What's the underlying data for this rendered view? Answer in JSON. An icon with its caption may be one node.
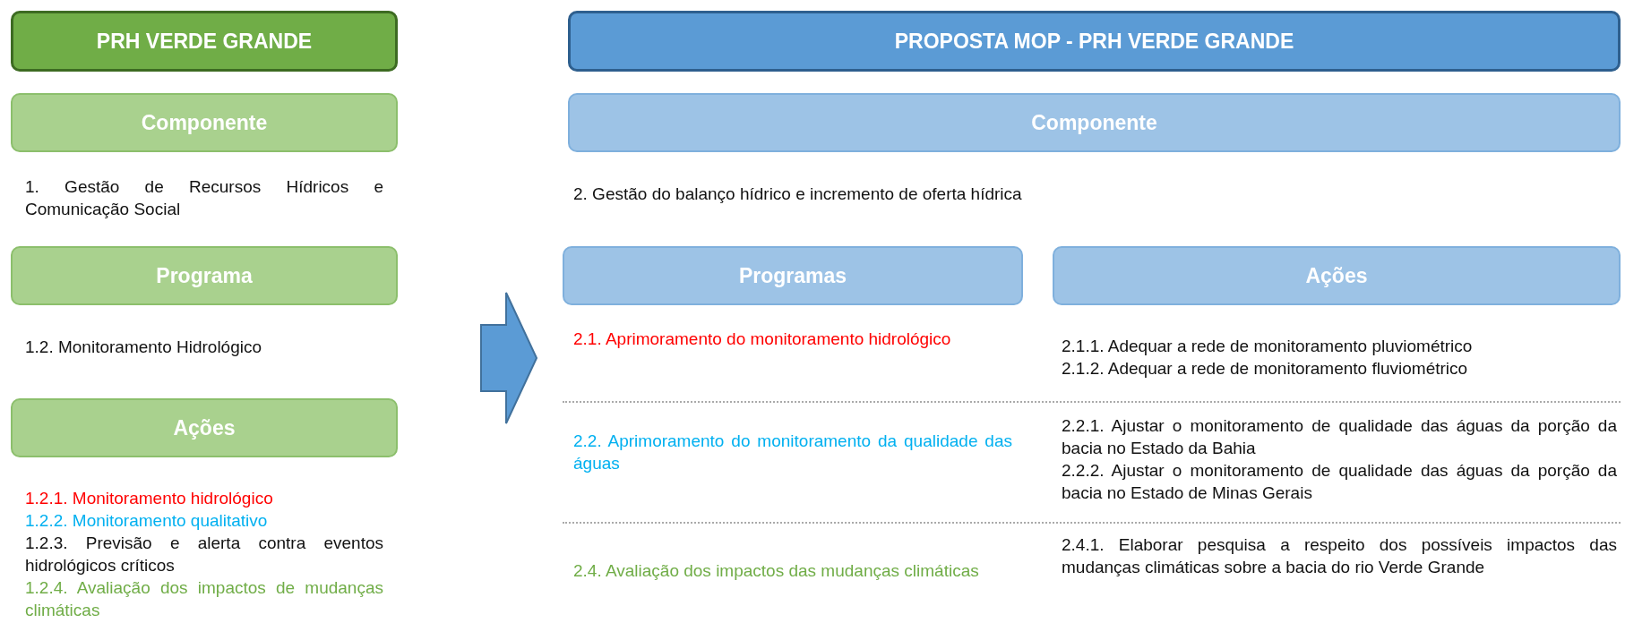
{
  "diagram": {
    "nodes": [
      {
        "text": [
          "PRH VERDE GRANDE"
        ]
      },
      {
        "text": [
          "Componente"
        ]
      },
      {
        "text": [
          "Programa"
        ]
      },
      {
        "text": [
          "Ações"
        ]
      },
      {
        "text": [
          "PROPOSTA MOP - PRH VERDE GRANDE"
        ]
      },
      {
        "text": [
          "Componente"
        ]
      },
      {
        "text": [
          "Programas"
        ]
      },
      {
        "text": [
          "Ações"
        ]
      }
    ],
    "labels": [
      "1. Gestão de Recursos Hídricos e Comunicação Social",
      "1.2. Monitoramento Hidrológico",
      "1.2.1. Monitoramento hidrológico",
      "1.2.2. Monitoramento qualitativo",
      "1.2.3. Previsão e alerta contra eventos hidrológicos críticos",
      "1.2.4. Avaliação dos impactos de mudanças climáticas",
      "2. Gestão do balanço hídrico e incremento de oferta hídrica",
      "2.1. Aprimoramento do monitoramento hidrológico",
      "2.1.1. Adequar a rede de monitoramento pluviométrico",
      "2.1.2. Adequar a rede de monitoramento fluviométrico",
      "2.2. Aprimoramento do monitoramento da qualidade das águas",
      "2.2.1. Ajustar o monitoramento de qualidade das águas da porção da bacia no Estado da Bahia",
      "2.2.2. Ajustar o monitoramento de qualidade das águas da porção da bacia no Estado de Minas Gerais",
      "2.4. Avaliação dos impactos das mudanças climáticas",
      "2.4.1. Elaborar pesquisa a respeito dos possíveis impactos das mudanças climáticas sobre a bacia do rio Verde Grande"
    ]
  }
}
